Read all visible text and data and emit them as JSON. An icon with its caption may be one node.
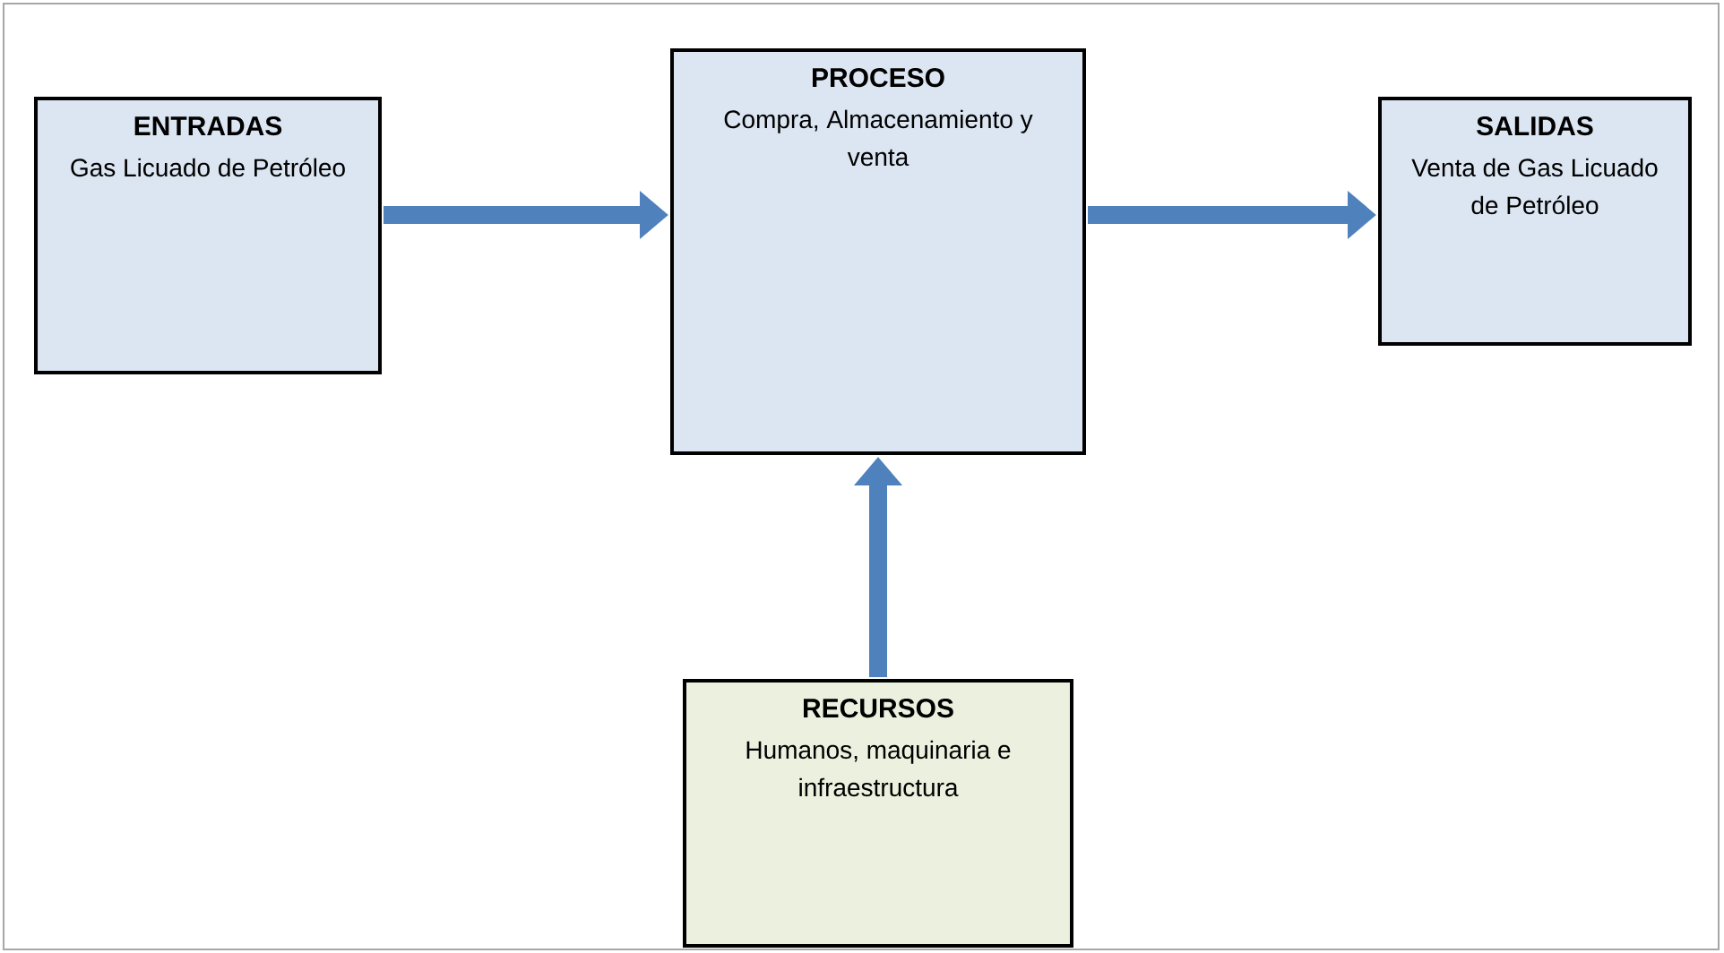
{
  "diagram": {
    "nodes": [
      {
        "text": [
          "ENTRADAS",
          "Gas Licuado de Petróleo"
        ]
      },
      {
        "text": [
          "PROCESO",
          "Compra, Almacenamiento y venta"
        ]
      },
      {
        "text": [
          "SALIDAS",
          "Venta de Gas Licuado de Petróleo"
        ]
      },
      {
        "text": [
          "RECURSOS",
          "Humanos, maquinaria e infraestructura"
        ]
      }
    ],
    "edges": [
      {
        "from": 0,
        "to": 1,
        "arrow": "to"
      },
      {
        "from": 1,
        "to": 2,
        "arrow": "to"
      },
      {
        "from": 3,
        "to": 1,
        "arrow": "to"
      }
    ]
  }
}
